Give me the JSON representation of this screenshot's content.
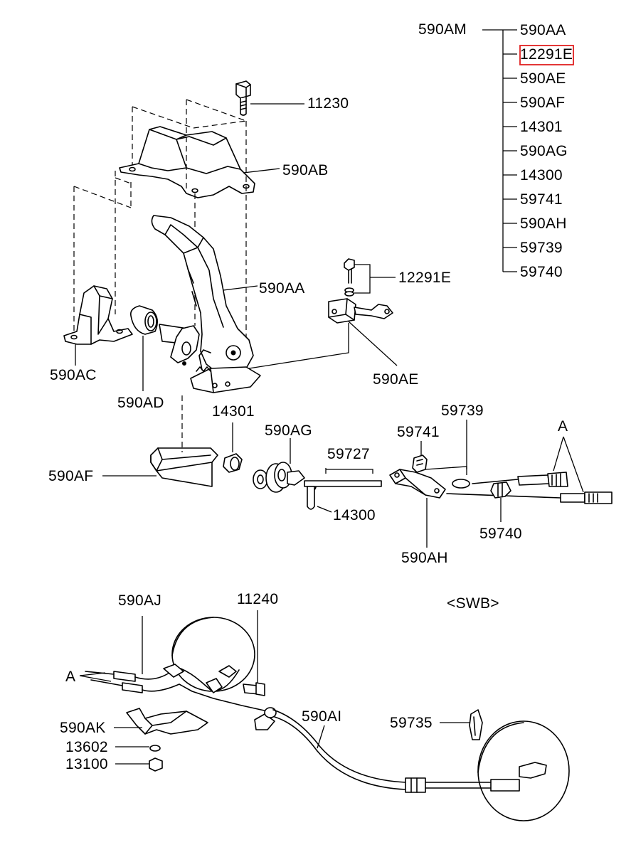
{
  "tree": {
    "root": "590AM",
    "children": [
      "590AA",
      "12291E",
      "590AE",
      "590AF",
      "14301",
      "590AG",
      "14300",
      "59741",
      "590AH",
      "59739",
      "59740"
    ],
    "highlighted": "12291E",
    "highlight_color": "#e02020"
  },
  "callouts": {
    "c11230": "11230",
    "c590AB": "590AB",
    "c590AA": "590AA",
    "c12291E": "12291E",
    "c590AC": "590AC",
    "c590AD": "590AD",
    "c590AE": "590AE",
    "c14301": "14301",
    "c590AG": "590AG",
    "c59727": "59727",
    "c59741": "59741",
    "c59739": "59739",
    "cA_top": "A",
    "c590AF": "590AF",
    "c14300": "14300",
    "c59740": "59740",
    "c590AH": "590AH",
    "c590AJ": "590AJ",
    "c11240": "11240",
    "cSWB": "<SWB>",
    "cA_bottom": "A",
    "c590AK": "590AK",
    "c590AI": "590AI",
    "c59735": "59735",
    "c13602": "13602",
    "c13100": "13100"
  }
}
